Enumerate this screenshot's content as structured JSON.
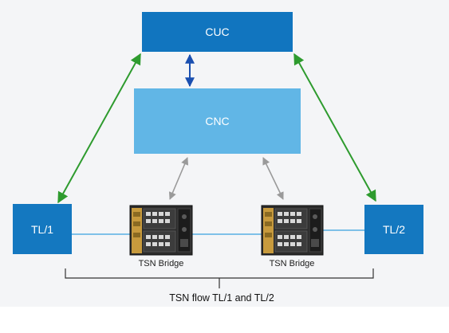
{
  "nodes": {
    "cuc": "CUC",
    "cnc": "CNC",
    "tl1": "TL/1",
    "tl2": "TL/2"
  },
  "bridges": [
    {
      "label": "TSN Bridge"
    },
    {
      "label": "TSN Bridge"
    }
  ],
  "flow_label": "TSN flow TL/1 and TL/2",
  "colors": {
    "cuc_fill": "#1175bf",
    "cnc_fill": "#61b6e6",
    "talker_listener_fill": "#1478c0",
    "green_arrow": "#2e9b2e",
    "blue_arrow": "#1a4fb0",
    "gray_arrow": "#9a9a9a",
    "link_line": "#7ec0e8"
  }
}
